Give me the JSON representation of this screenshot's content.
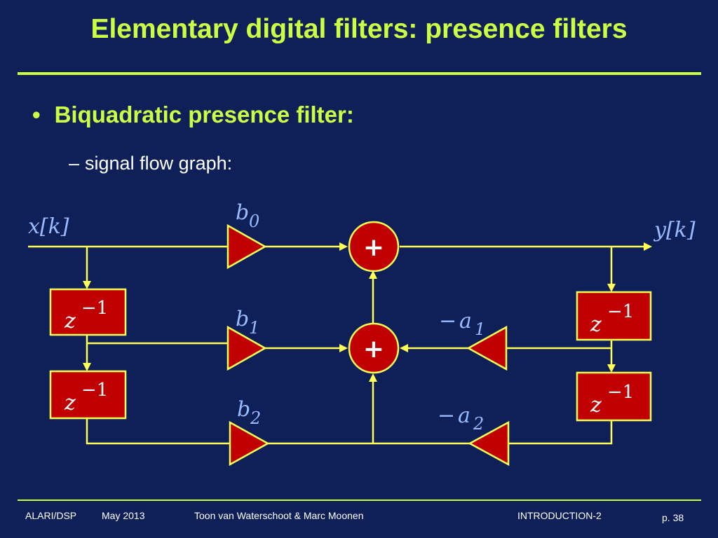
{
  "slide": {
    "title": "Elementary digital filters: presence filters",
    "bullet": "Biquadratic presence filter:",
    "subbullet": "signal flow graph:",
    "subbullet_dash": "–",
    "bullet_dot": "•"
  },
  "diagram": {
    "input_label": "x[k]",
    "output_label": "y[k]",
    "delay_base": "z",
    "delay_exp": "−1",
    "adder_symbol": "+",
    "gains": {
      "b0": {
        "base": "b",
        "sub": "0"
      },
      "b1": {
        "base": "b",
        "sub": "1"
      },
      "b2": {
        "base": "b",
        "sub": "2"
      },
      "a1": {
        "prefix": "−",
        "base": "a",
        "sub": "1"
      },
      "a2": {
        "prefix": "−",
        "base": "a",
        "sub": "2"
      }
    }
  },
  "footer": {
    "org": "ALARI/DSP",
    "date": "May 2013",
    "authors": "Toon van Waterschoot & Marc Moonen",
    "chapter": "INTRODUCTION-2",
    "page": "p. 38"
  },
  "colors": {
    "background": "#0f2059",
    "title": "#ccff44",
    "wire": "#ffff55",
    "block_fill": "#c00000",
    "signal_label": "#99bbff"
  }
}
